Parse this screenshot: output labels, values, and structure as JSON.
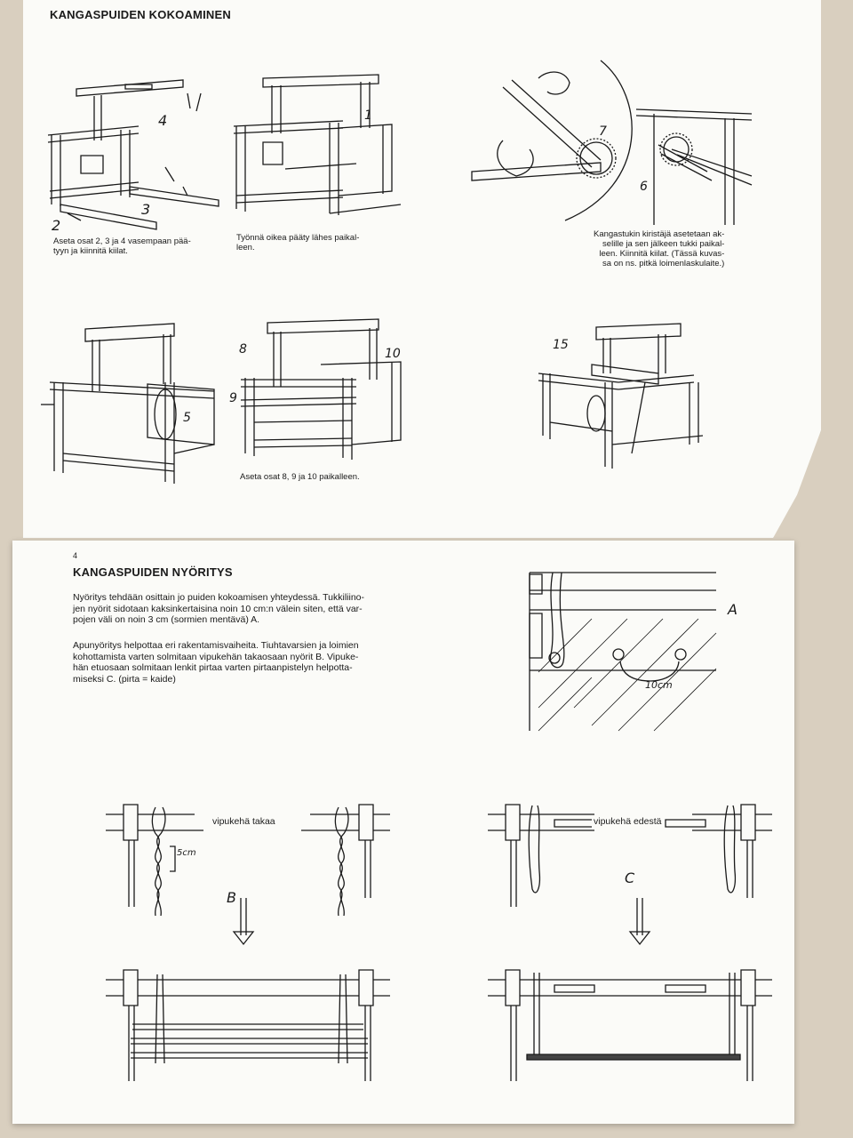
{
  "top_sheet": {
    "title": "KANGASPUIDEN KOKOAMINEN",
    "figure_numbers": {
      "n4": "4",
      "n3": "3",
      "n2": "2",
      "n1": "1",
      "n7": "7",
      "n6": "6",
      "n5": "5",
      "n8": "8",
      "n9": "9",
      "n10": "10",
      "n15": "15"
    },
    "captions": {
      "step1": "Aseta osat 2, 3 ja 4 vasempaan pää-\ntyyn ja kiinnitä kiilat.",
      "step2": "Työnnä oikea pääty lähes paikal-\nleen.",
      "step3": "Kangastukin kiristäjä asetetaan ak-\nselille ja sen jälkeen tukki paikal-\nleen. Kiinnitä kiilat. (Tässä kuvas-\nsa on ns. pitkä loimenlaskulaite.)",
      "step5": "Aseta osat 8, 9 ja 10 paikalleen."
    }
  },
  "bottom_sheet": {
    "page_number": "4",
    "title": "KANGASPUIDEN NYÖRITYS",
    "paragraph1": "Nyöritys tehdään osittain jo puiden kokoamisen yhteydessä. Tukkiliino-\njen nyörit sidotaan kaksinkertaisina noin 10 cm:n välein siten, että var-\npojen väli on noin 3 cm (sormien mentävä) A.",
    "paragraph2": "Apunyöritys helpottaa eri rakentamisvaiheita. Tiuhtavarsien ja loimien\nkohottamista varten solmitaan vipukehän takaosaan nyörit B. Vipuke-\nhän etuosaan solmitaan lenkit pirtaa varten pirtaanpistelyn helpotta-\nmiseksi C. (pirta = kaide)",
    "labels": {
      "a": "A",
      "ten_cm": "10cm",
      "five_cm": "5cm",
      "rear_frame": "vipukehä takaa",
      "front_frame": "vipukehä edestä",
      "b": "B",
      "c": "C"
    }
  },
  "colors": {
    "paper": "#fbfbf8",
    "background": "#d9cfbf",
    "ink": "#1a1a1a"
  }
}
